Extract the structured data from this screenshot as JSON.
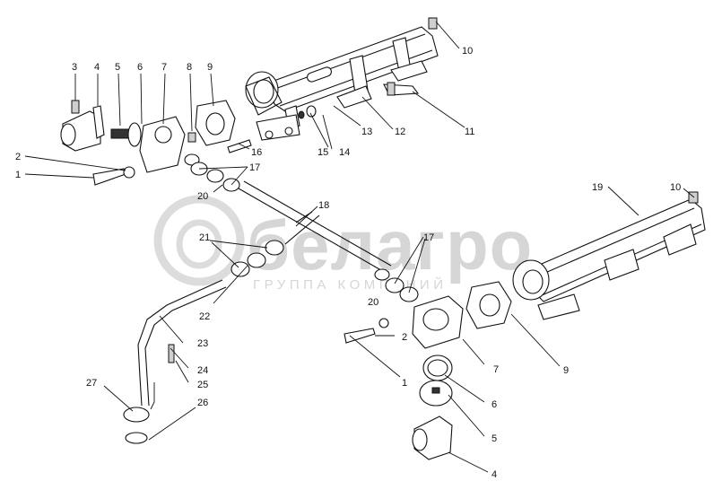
{
  "watermark": {
    "brand": "белагро",
    "tagline": "ГРУППА КОМПАНИЙ"
  },
  "callouts": [
    {
      "id": "c3a",
      "text": "3"
    },
    {
      "id": "c4a",
      "text": "4"
    },
    {
      "id": "c5a",
      "text": "5"
    },
    {
      "id": "c6a",
      "text": "6"
    },
    {
      "id": "c7a",
      "text": "7"
    },
    {
      "id": "c8",
      "text": "8"
    },
    {
      "id": "c9a",
      "text": "9"
    },
    {
      "id": "c10a",
      "text": "10"
    },
    {
      "id": "c11",
      "text": "11"
    },
    {
      "id": "c12",
      "text": "12"
    },
    {
      "id": "c13",
      "text": "13"
    },
    {
      "id": "c14",
      "text": "14"
    },
    {
      "id": "c15",
      "text": "15"
    },
    {
      "id": "c16",
      "text": "16"
    },
    {
      "id": "c17a",
      "text": "17"
    },
    {
      "id": "c2a",
      "text": "2"
    },
    {
      "id": "c1a",
      "text": "1"
    },
    {
      "id": "c20a",
      "text": "20"
    },
    {
      "id": "c18",
      "text": "18"
    },
    {
      "id": "c19",
      "text": "19"
    },
    {
      "id": "c10b",
      "text": "10"
    },
    {
      "id": "c21",
      "text": "21"
    },
    {
      "id": "c17b",
      "text": "17"
    },
    {
      "id": "c20b",
      "text": "20"
    },
    {
      "id": "c22",
      "text": "22"
    },
    {
      "id": "c2b",
      "text": "2"
    },
    {
      "id": "c7b",
      "text": "7"
    },
    {
      "id": "c9b",
      "text": "9"
    },
    {
      "id": "c1b",
      "text": "1"
    },
    {
      "id": "c6b",
      "text": "6"
    },
    {
      "id": "c23",
      "text": "23"
    },
    {
      "id": "c24",
      "text": "24"
    },
    {
      "id": "c25",
      "text": "25"
    },
    {
      "id": "c27",
      "text": "27"
    },
    {
      "id": "c26",
      "text": "26"
    },
    {
      "id": "c5b",
      "text": "5"
    },
    {
      "id": "c4b",
      "text": "4"
    }
  ]
}
